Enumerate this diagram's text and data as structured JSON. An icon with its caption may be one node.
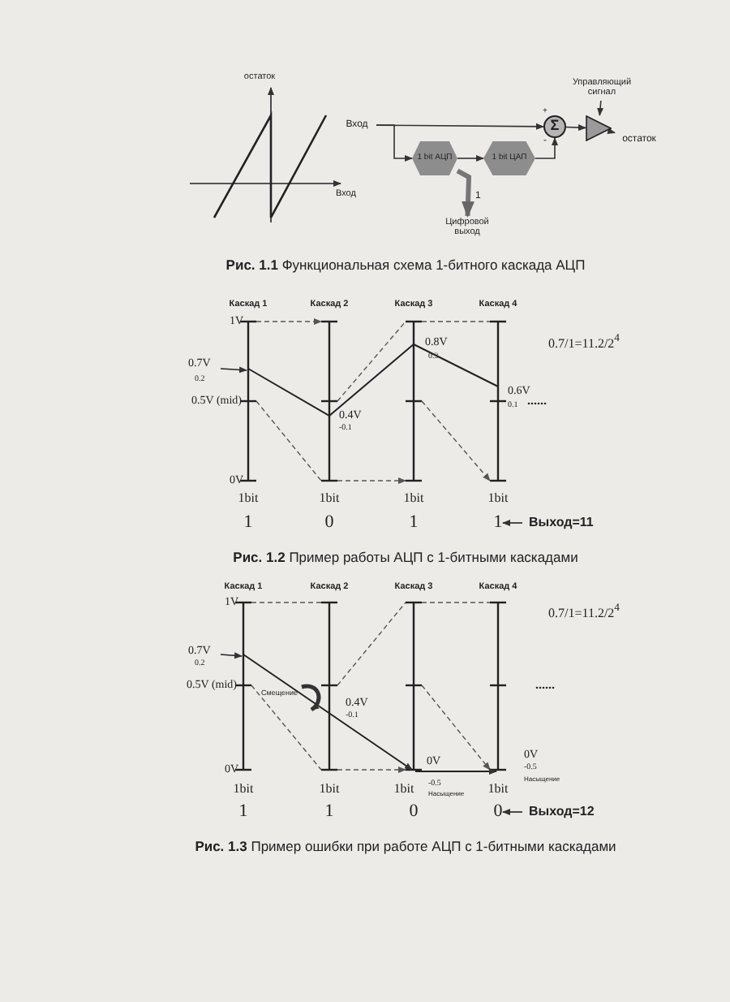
{
  "diagram": {
    "nodes": [
      {
        "text": [
          "Вход"
        ]
      },
      {
        "text": [
          "1 bit АЦП"
        ]
      },
      {
        "text": [
          "1 bit ЦАП"
        ]
      },
      {
        "text": [
          "Σ"
        ]
      },
      {
        "text": [],
        "shape": "triangle"
      },
      {
        "text": [
          "Управляющий сигнал"
        ]
      },
      {
        "text": [
          "остаток"
        ]
      },
      {
        "text": [
          "Цифровой выход"
        ]
      }
    ],
    "edges": [
      {
        "from": 0,
        "to": 3,
        "arrow": "to"
      },
      {
        "from": 0,
        "to": 1,
        "arrow": "to"
      },
      {
        "from": 1,
        "to": 2,
        "arrow": "to"
      },
      {
        "from": 2,
        "to": 3,
        "arrow": "to"
      },
      {
        "from": 3,
        "to": 4,
        "arrow": "to"
      },
      {
        "from": 4,
        "to": 6,
        "arrow": "to"
      },
      {
        "from": 5,
        "to": 4,
        "arrow": "to"
      },
      {
        "from": 1,
        "to": 7,
        "arrow": "to",
        "label": "1",
        "style": "thick"
      }
    ],
    "labels": [
      "остаток",
      "Вход",
      "+",
      "-",
      "**Рис. 1.1** Функциональная схема 1-битного каскада АЦП",
      "Каскад 1",
      "Каскад 2",
      "Каскад 3",
      "Каскад 4",
      "1V",
      "0.7/1=11.2/2$^{4}$",
      "0.8V",
      "0.7V",
      "0.3",
      "0.2",
      "0.6V",
      "0.5V (mid)",
      "0.1",
      "......",
      "0.4V",
      "-0.1",
      "0V",
      "1bit",
      "1bit",
      "1bit",
      "1bit",
      "1",
      "0",
      "1",
      "1",
      "Выход=11",
      "**Рис. 1.2** Пример работы АЦП с 1-битными каскадами",
      "Каскад 1",
      "Каскад 2",
      "Каскад 3",
      "Каскад 4",
      "1V",
      "0.7/1=11.2/2$^{4}$",
      "0.7V",
      "0.2",
      "0.5V (mid)",
      "Смещение",
      "......",
      "0.4V",
      "-0.1",
      "0V",
      "0V",
      "0V",
      "-0.5",
      "1bit",
      "1bit",
      "1bit",
      "1bit",
      "-0.5",
      "Насыщение",
      "Насыщение",
      "1",
      "1",
      "0",
      "0",
      "Выход=12",
      "**Рис. 1.3** Пример ошибки при работе АЦП с 1-битными каскадами"
    ]
  }
}
